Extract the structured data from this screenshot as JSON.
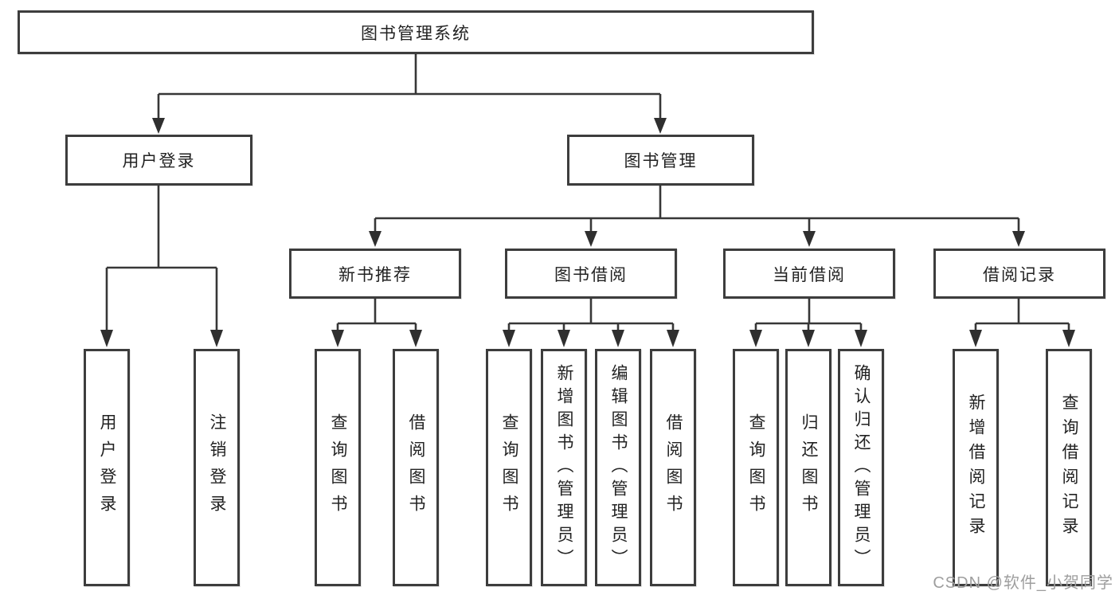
{
  "nodes": {
    "root": "图书管理系统",
    "level2": [
      {
        "label": "用户登录"
      },
      {
        "label": "图书管理"
      }
    ],
    "level3": [
      {
        "label": "新书推荐"
      },
      {
        "label": "图书借阅"
      },
      {
        "label": "当前借阅"
      },
      {
        "label": "借阅记录"
      }
    ],
    "leaves": {
      "user": [
        "用户登录",
        "注销登录"
      ],
      "recommend": [
        "查询图书",
        "借阅图书"
      ],
      "borrow": [
        "查询图书",
        "新增图书（管理员）",
        "编辑图书（管理员）",
        "借阅图书"
      ],
      "current": [
        "查询图书",
        "归还图书",
        "确认归还（管理员）"
      ],
      "records": [
        "新增借阅记录",
        "查询借阅记录"
      ]
    }
  },
  "watermark": "CSDN @软件_小贺同学",
  "colors": {
    "line": "#373737",
    "arrow": "#2f2f2f",
    "box_border": "#3d3d3d",
    "box_background": "#ffffff",
    "text": "#222222",
    "watermark": "#9e9e9e",
    "page_background": "#ffffff"
  }
}
